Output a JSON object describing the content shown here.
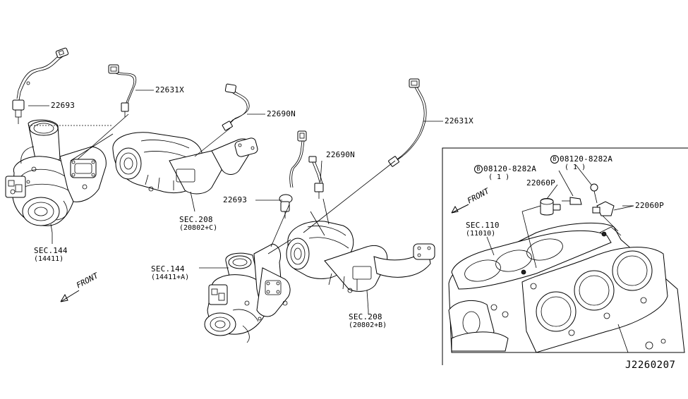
{
  "diagram": {
    "doc_id": "J2260207",
    "part_labels": {
      "p22693_left": "22693",
      "p22631x_top": "22631X",
      "p22690n_top": "22690N",
      "p22631x_right": "22631X",
      "p22690n_mid": "22690N",
      "p22693_mid": "22693",
      "p22060p_left": "22060P",
      "p22060p_right": "22060P"
    },
    "bolt_labels": {
      "bolt_a_text": "08120-8282A",
      "bolt_a_qty": "( 1 )",
      "bolt_b_text": "08120-8282A",
      "bolt_b_qty": "( 1 )",
      "bolt_symbol": "B"
    },
    "section_labels": {
      "sec144_left": "SEC.144",
      "sec144_left_ref": "(14411)",
      "sec144_mid": "SEC.144",
      "sec144_mid_ref": "(14411+A)",
      "sec208_top": "SEC.208",
      "sec208_top_ref": "(20802+C)",
      "sec208_bottom": "SEC.208",
      "sec208_bottom_ref": "(20802+B)",
      "sec110": "SEC.110",
      "sec110_ref": "(11010)"
    },
    "front_labels": {
      "front_left": "FRONT",
      "front_right": "FRONT"
    }
  }
}
